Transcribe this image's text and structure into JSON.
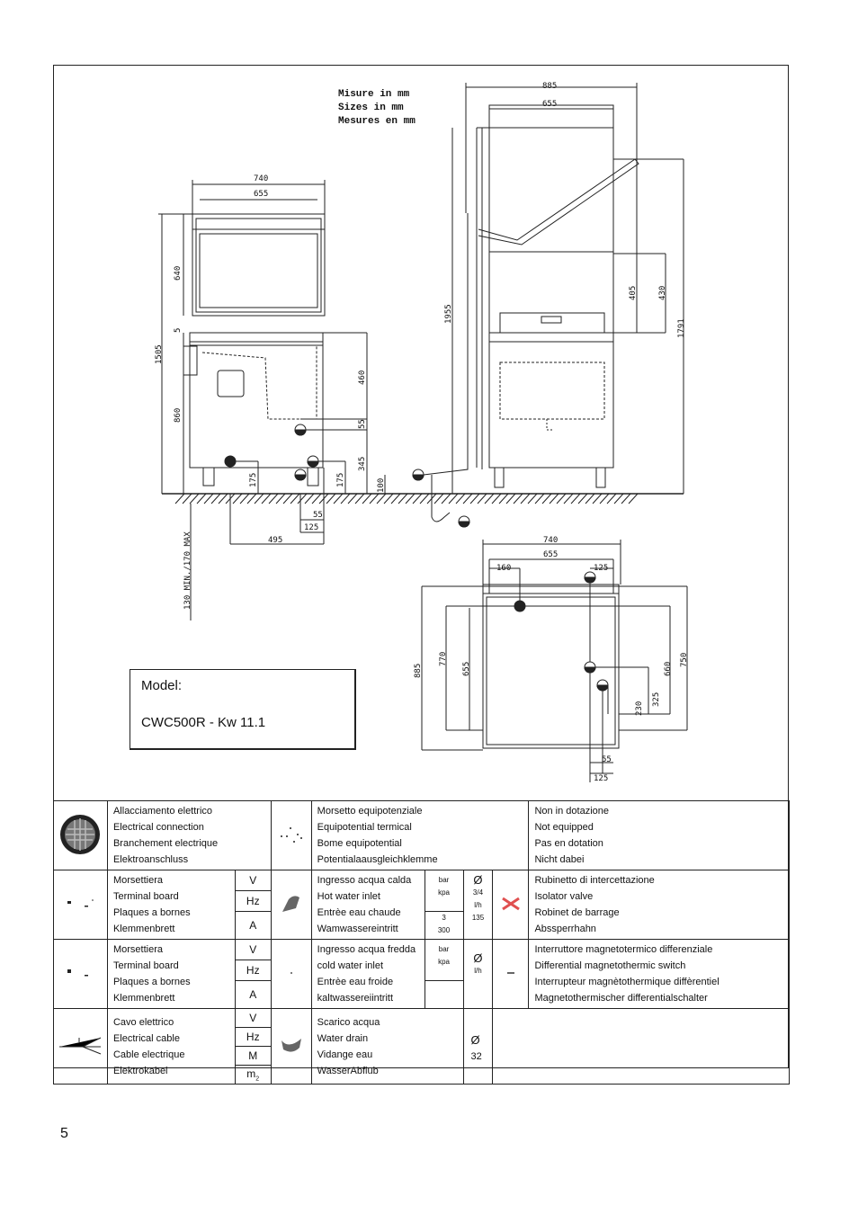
{
  "caption": {
    "it": "Misure in mm",
    "en": "Sizes in mm",
    "fr": "Mesures en mm"
  },
  "dimensions": {
    "front_width_outer": "740",
    "front_width_inner": "655",
    "front_h_top": "640",
    "front_h_gap": "5",
    "front_h_total": "1505",
    "front_h_base": "860",
    "front_drain_h": "460",
    "front_inlet_55": "55",
    "front_inlet_345": "345",
    "front_175_a": "175",
    "front_175_b": "175",
    "front_100": "100",
    "front_55_b": "55",
    "front_125": "125",
    "front_495": "495",
    "front_feet": "130 MIN./170 MAX",
    "side_width_outer": "885",
    "side_width_inner": "655",
    "side_h_1955": "1955",
    "side_h_405": "405",
    "side_h_430": "430",
    "side_h_1791": "1791",
    "plan_740": "740",
    "plan_655": "655",
    "plan_160": "160",
    "plan_125_top": "125",
    "plan_885": "885",
    "plan_770": "770",
    "plan_655_v": "655",
    "plan_660": "660",
    "plan_750": "750",
    "plan_230": "230",
    "plan_325": "325",
    "plan_55": "55",
    "plan_125_bottom": "125"
  },
  "model": {
    "label": "Model:",
    "value": "CWC500R   -  Kw 11.1"
  },
  "legend": {
    "row1": {
      "col1": [
        "Allacciamento elettrico",
        "Electrical connection",
        "Branchement electrique",
        "Elektroanschluss"
      ],
      "col2": [
        "Morsetto equipotenziale",
        "Equipotential termical",
        "Bome equipotential",
        "Potentialaausgleichklemme"
      ],
      "col3": [
        "Non in dotazione",
        "Not equipped",
        "Pas en dotation",
        "Nicht dabei"
      ]
    },
    "row2": {
      "col1": [
        "Morsettiera",
        "Terminal board",
        "Plaques a bornes",
        "Klemmenbrett"
      ],
      "units": [
        "V",
        "Hz",
        "A"
      ],
      "col2": [
        "Ingresso acqua calda",
        "Hot water inlet",
        "Entrèe eau chaude",
        "Wamwassereintritt"
      ],
      "press": {
        "u1": "bar",
        "u2": "kpa",
        "v1": "3",
        "v2": "300"
      },
      "flow": {
        "sym": "Ø",
        "v1": "3/4",
        "u": "l/h",
        "v2": "135"
      },
      "col3": [
        "Rubinetto di intercettazione",
        "Isolator valve",
        "Robinet de barrage",
        "Abssperrhahn"
      ]
    },
    "row3": {
      "col1": [
        "Morsettiera",
        "Terminal board",
        "Plaques a bornes",
        "Klemmenbrett"
      ],
      "units": [
        "V",
        "Hz",
        "A"
      ],
      "col2": [
        "Ingresso acqua fredda",
        "cold water inlet",
        "Entrèe eau froide",
        "kaltwassereiintritt"
      ],
      "press": {
        "u1": "bar",
        "u2": "kpa"
      },
      "flow": {
        "sym": "Ø",
        "u": "l/h"
      },
      "col3": [
        "Interruttore magnetotermico differenziale",
        "Differential magnetothermic switch",
        "Interrupteur magnètothermique diffèrentiel",
        "Magnetothermischer differentialschalter"
      ]
    },
    "row4": {
      "col1": [
        "Cavo elettrico",
        "Electrical cable",
        "Cable electrique",
        "Elektrokabel"
      ],
      "units": [
        "V",
        "Hz",
        "M",
        "m"
      ],
      "units_sub": "2",
      "col2": [
        "Scarico acqua",
        "Water drain",
        "Vidange eau",
        "WasserAbflub"
      ],
      "drain": {
        "sym": "Ø",
        "v": "32"
      }
    }
  },
  "page_number": "5"
}
